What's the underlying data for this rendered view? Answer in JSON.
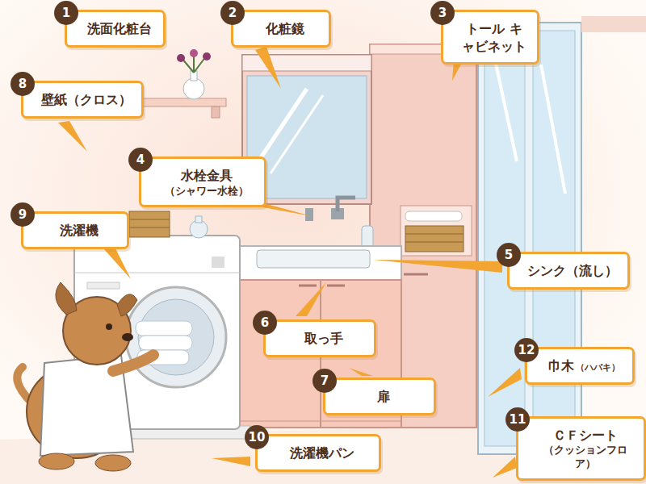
{
  "diagram": {
    "nodes": [
      {
        "text": [
          "1",
          "洗面化粧台"
        ]
      },
      {
        "text": [
          "2",
          "化粧鏡"
        ]
      },
      {
        "text": [
          "3",
          "トール キャビネット"
        ]
      },
      {
        "text": [
          "4",
          "水栓金具",
          "（シャワー水栓）"
        ]
      },
      {
        "text": [
          "5",
          "シンク（流し）"
        ]
      },
      {
        "text": [
          "6",
          "取っ手"
        ]
      },
      {
        "text": [
          "7",
          "扉"
        ]
      },
      {
        "text": [
          "8",
          "壁紙（クロス）"
        ]
      },
      {
        "text": [
          "9",
          "洗濯機"
        ]
      },
      {
        "text": [
          "10",
          "洗濯機パン"
        ]
      },
      {
        "text": [
          "11",
          "ＣＦシート",
          "（クッションフロア）"
        ]
      },
      {
        "text": [
          "12",
          "巾木",
          "（ハバキ）"
        ]
      }
    ]
  }
}
